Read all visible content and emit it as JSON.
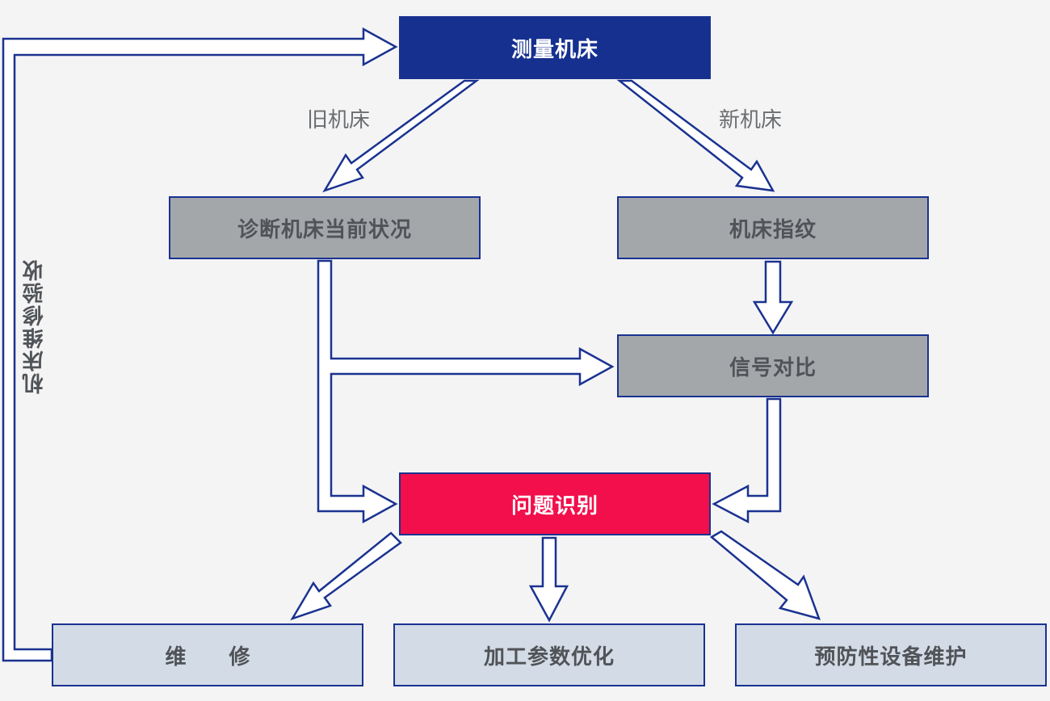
{
  "nodes": {
    "measure": "测量机床",
    "diagnose": "诊断机床当前状况",
    "fingerprint": "机床指纹",
    "compare": "信号对比",
    "identify": "问题识别",
    "repair": "维 修",
    "param_opt": "加工参数优化",
    "maintenance": "预防性设备维护"
  },
  "edge_labels": {
    "old_machine": "旧机床",
    "new_machine": "新机床",
    "acceptance": "机床维修验收"
  },
  "colors": {
    "navy": "#16308f",
    "gray": "#a4a7aa",
    "red": "#f20f4b",
    "light": "#d2dbe6",
    "stroke": "#1a3290"
  }
}
